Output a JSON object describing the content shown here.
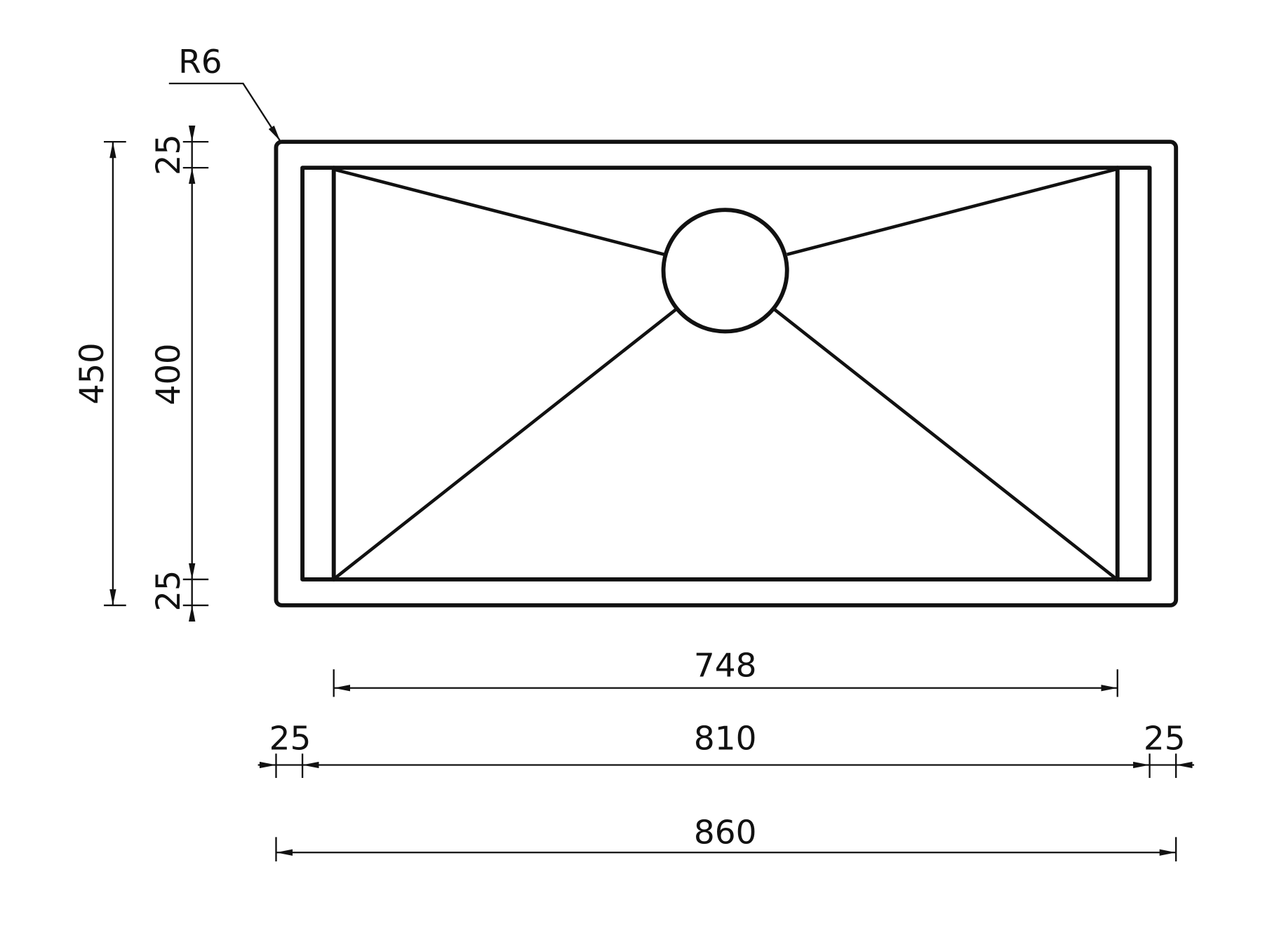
{
  "drawing": {
    "title": "Sink top view dimension drawing",
    "units": "mm",
    "colors": {
      "line": "#111111",
      "background": "#ffffff"
    },
    "corner_radius_label": "R6",
    "dimensions": {
      "overall_height": "450",
      "inner_height": "400",
      "top_rim": "25",
      "bottom_rim": "25",
      "bowl_width": "748",
      "inner_width": "810",
      "left_rim": "25",
      "right_rim": "25",
      "overall_width": "860"
    }
  }
}
